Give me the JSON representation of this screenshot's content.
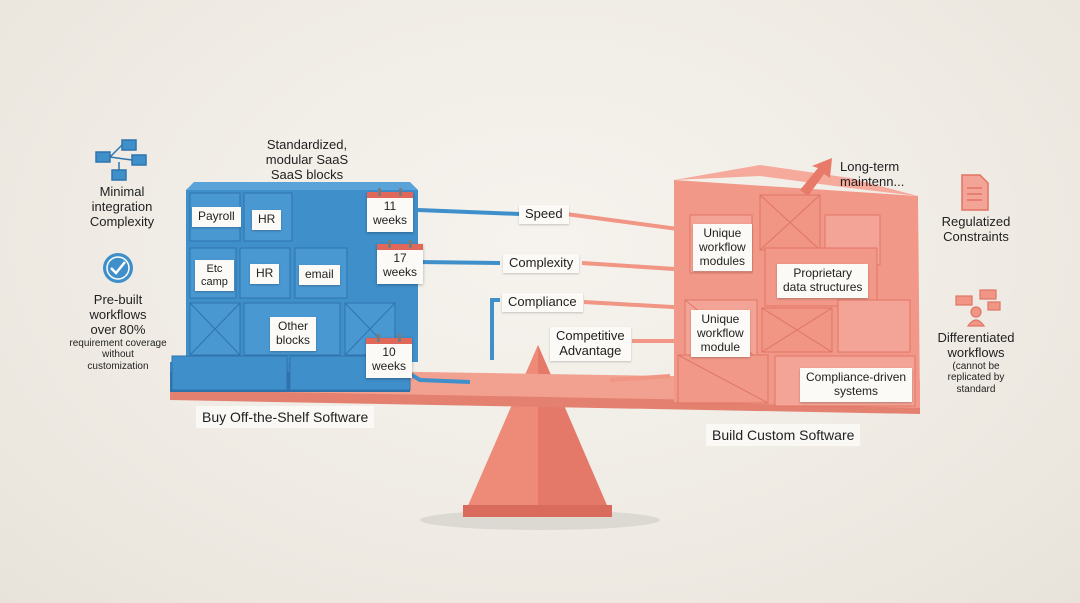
{
  "left": {
    "caption": "Buy Off-the-Shelf Software",
    "blocks_label": [
      "Standardized,",
      "modular SaaS",
      "SaaS blocks"
    ],
    "integration_label": [
      "Minimal",
      "integration",
      "Complexity"
    ],
    "prebuilt_label": [
      "Pre-built",
      "workflows",
      "over 80%"
    ],
    "prebuilt_small": [
      "requirement coverage",
      "without",
      "customization"
    ],
    "tags": {
      "payroll": "Payroll",
      "hr1": "HR",
      "etc": [
        "Etc",
        "camp"
      ],
      "hr2": "HR",
      "email": "email",
      "other": [
        "Other",
        "blocks"
      ]
    }
  },
  "calendars": {
    "c1": [
      "11",
      "weeks"
    ],
    "c2": [
      "17",
      "weeks"
    ],
    "c3": [
      "10",
      "weeks"
    ]
  },
  "factors": {
    "speed": "Speed",
    "complexity": "Complexity",
    "compliance": "Compliance",
    "advantage": [
      "Competitive",
      "Advantage"
    ]
  },
  "right": {
    "caption": "Build Custom Software",
    "maintenance": [
      "Long-term",
      "maintenn..."
    ],
    "regulated": [
      "Regulatized",
      "Constraints"
    ],
    "differentiated": [
      "Differentiated",
      "workflows"
    ],
    "differentiated_small": [
      "(cannot be",
      "replicated by",
      "standard"
    ],
    "tags": {
      "unique1": [
        "Unique",
        "workflow",
        "modules"
      ],
      "proprietary": [
        "Proprietary",
        "data structures"
      ],
      "unique2": [
        "Unique",
        "workflow",
        "module"
      ],
      "compliance": [
        "Compliance-driven",
        "systems"
      ]
    }
  },
  "colors": {
    "blue": "#3f8fcb",
    "blue_dark": "#2f74ad",
    "salmon": "#f19585",
    "salmon_dark": "#e07565"
  }
}
